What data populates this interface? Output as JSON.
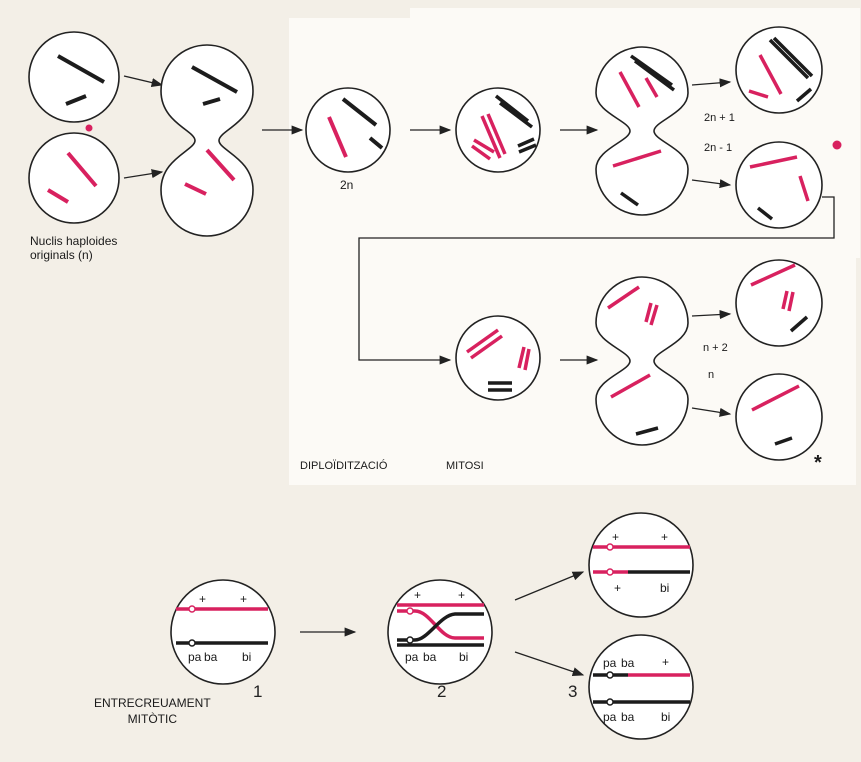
{
  "colors": {
    "magenta": "#d8215f",
    "black": "#1c1c1c",
    "panel": "#fcfaf6",
    "background": "#f3efe7"
  },
  "labels": {
    "haploid_nuclei": "Nuclis haploides\noriginals (n)",
    "two_n": "2n",
    "two_n_plus_1": "2n + 1",
    "two_n_minus_1": "2n - 1",
    "n_plus_2": "n + 2",
    "n": "n",
    "diploidization": "DIPLOÏDITZACIÓ",
    "mitosis": "MITOSI",
    "asterisk": "*",
    "mitotic_crossover": "ENTRECREUAMENT\nMITÒTIC"
  },
  "steps": [
    "1",
    "2",
    "3"
  ],
  "crossover": {
    "plus": "+",
    "pa": "pa",
    "ba": "ba",
    "bi": "bi"
  },
  "icons": {
    "panel_marker_left": "red-dot-icon",
    "panel_marker_right": "red-dot-icon"
  }
}
